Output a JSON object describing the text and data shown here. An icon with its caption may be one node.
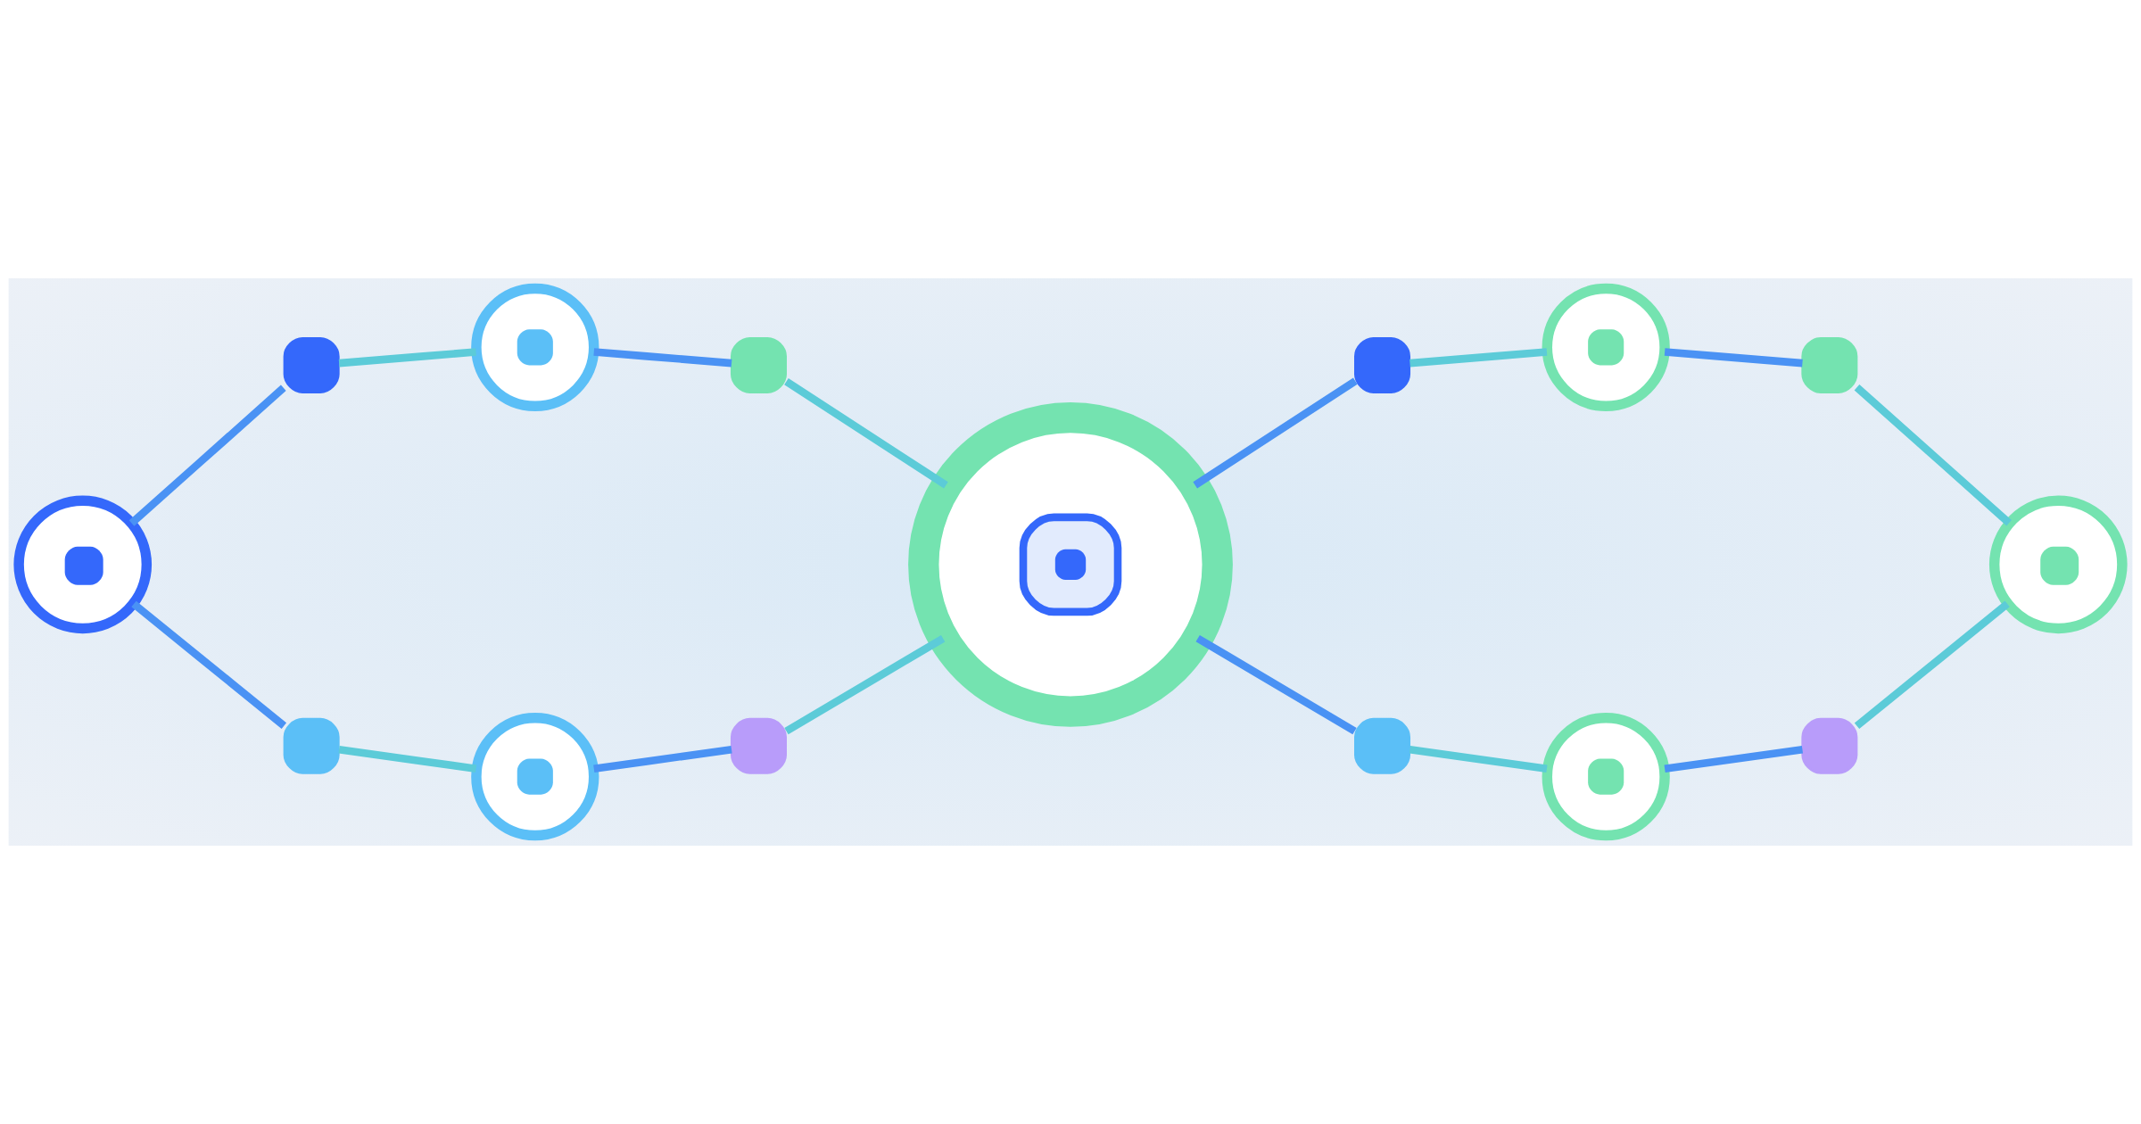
{
  "diagram": {
    "nodes": [
      {
        "text": [],
        "shape": "circle"
      },
      {
        "text": [],
        "shape": "box"
      },
      {
        "text": [],
        "shape": "box"
      },
      {
        "text": [],
        "shape": "circle"
      },
      {
        "text": [],
        "shape": "circle"
      },
      {
        "text": [],
        "shape": "box"
      },
      {
        "text": [],
        "shape": "box"
      },
      {
        "text": [],
        "shape": "circle"
      },
      {
        "text": [],
        "shape": "box"
      },
      {
        "text": [],
        "shape": "box"
      },
      {
        "text": [],
        "shape": "circle"
      },
      {
        "text": [],
        "shape": "circle"
      },
      {
        "text": [],
        "shape": "box"
      },
      {
        "text": [],
        "shape": "box"
      },
      {
        "text": [],
        "shape": "circle"
      }
    ],
    "edges": [
      {
        "from": 0,
        "to": 1,
        "arrow": "none"
      },
      {
        "from": 1,
        "to": 3,
        "arrow": "none",
        "color": "#5ccbd8"
      },
      {
        "from": 3,
        "to": 5,
        "arrow": "none"
      },
      {
        "from": 5,
        "to": 7,
        "arrow": "none",
        "color": "#5ccbd8"
      },
      {
        "from": 0,
        "to": 2,
        "arrow": "none"
      },
      {
        "from": 2,
        "to": 4,
        "arrow": "none",
        "color": "#5ccbd8"
      },
      {
        "from": 4,
        "to": 6,
        "arrow": "none"
      },
      {
        "from": 6,
        "to": 7,
        "arrow": "none",
        "color": "#5ccbd8"
      },
      {
        "from": 7,
        "to": 8,
        "arrow": "none"
      },
      {
        "from": 8,
        "to": 10,
        "arrow": "none",
        "color": "#5ccbd8"
      },
      {
        "from": 10,
        "to": 12,
        "arrow": "none"
      },
      {
        "from": 12,
        "to": 14,
        "arrow": "none",
        "color": "#5ccbd8"
      },
      {
        "from": 7,
        "to": 9,
        "arrow": "none"
      },
      {
        "from": 9,
        "to": 11,
        "arrow": "none",
        "color": "#5ccbd8"
      },
      {
        "from": 11,
        "to": 13,
        "arrow": "none"
      },
      {
        "from": 13,
        "to": 14,
        "arrow": "none",
        "color": "#5ccbd8"
      }
    ]
  }
}
